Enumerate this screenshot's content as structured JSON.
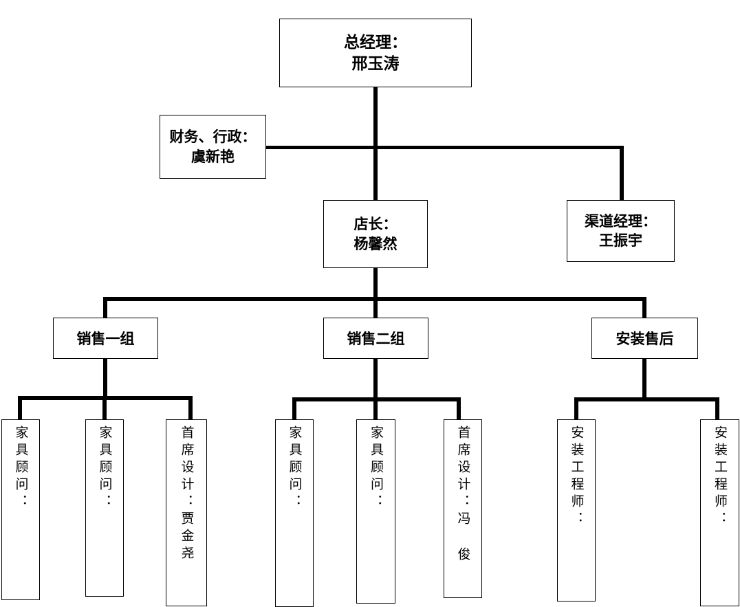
{
  "chart_title": "",
  "nodes": {
    "general_manager": {
      "role": "总经理：",
      "name": "邢玉涛"
    },
    "finance_admin": {
      "role": "财务、行政：",
      "name": "虞新艳"
    },
    "store_manager": {
      "role": "店长：",
      "name": "杨馨然"
    },
    "channel_manager": {
      "role": "渠道经理：",
      "name": "王振宇"
    },
    "group_sales_1": {
      "label": "销售一组"
    },
    "group_sales_2": {
      "label": "销售二组"
    },
    "group_install": {
      "label": "安装售后"
    }
  },
  "leaves": [
    {
      "id": "sales1-consultant-1",
      "text": "家具顾问："
    },
    {
      "id": "sales1-consultant-2",
      "text": "家具顾问："
    },
    {
      "id": "sales1-chief-designer",
      "text": "首席设计：贾金尧"
    },
    {
      "id": "sales2-consultant-1",
      "text": "家具顾问："
    },
    {
      "id": "sales2-consultant-2",
      "text": "家具顾问："
    },
    {
      "id": "sales2-chief-designer",
      "text": "首席设计：冯 俊"
    },
    {
      "id": "install-engineer-1",
      "text": "安装工程师："
    },
    {
      "id": "install-engineer-2",
      "text": "安装工程师："
    }
  ],
  "colors": {
    "line": "#000000",
    "box_border": "#000000",
    "background": "#ffffff",
    "text": "#000000"
  }
}
